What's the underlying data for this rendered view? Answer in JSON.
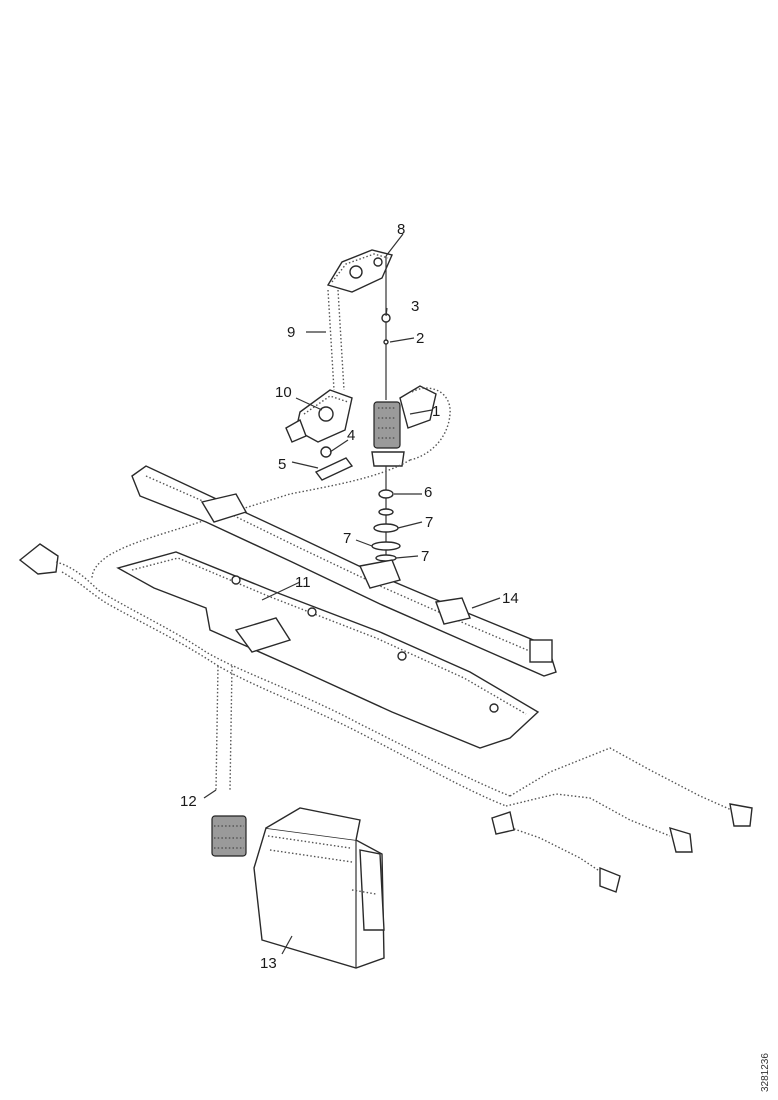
{
  "diagram": {
    "callouts": [
      {
        "id": "c1",
        "label": "1"
      },
      {
        "id": "c2",
        "label": "2"
      },
      {
        "id": "c3",
        "label": "3"
      },
      {
        "id": "c4",
        "label": "4"
      },
      {
        "id": "c5",
        "label": "5"
      },
      {
        "id": "c6",
        "label": "6"
      },
      {
        "id": "c7a",
        "label": "7"
      },
      {
        "id": "c7b",
        "label": "7"
      },
      {
        "id": "c7c",
        "label": "7"
      },
      {
        "id": "c8",
        "label": "8"
      },
      {
        "id": "c9",
        "label": "9"
      },
      {
        "id": "c10",
        "label": "10"
      },
      {
        "id": "c11",
        "label": "11"
      },
      {
        "id": "c12",
        "label": "12"
      },
      {
        "id": "c13",
        "label": "13"
      },
      {
        "id": "c14",
        "label": "14"
      }
    ],
    "reference_number": "3281236"
  }
}
